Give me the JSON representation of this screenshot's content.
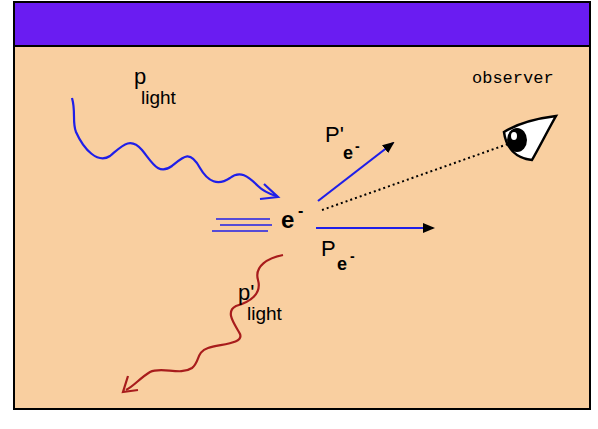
{
  "diagram": {
    "labels": [
      "p",
      "light",
      "e",
      "-",
      "observer",
      "P'",
      "e",
      "-",
      "P",
      "e",
      "-",
      "p'",
      "light"
    ]
  }
}
